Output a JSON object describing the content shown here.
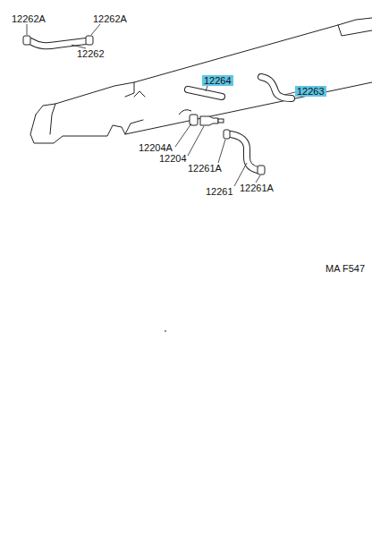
{
  "diagram": {
    "labels": [
      "12262A",
      "12262A",
      "12262",
      "12264",
      "12263",
      "12204A",
      "12204",
      "12261A",
      "12261",
      "12261A",
      "MA F547"
    ]
  }
}
